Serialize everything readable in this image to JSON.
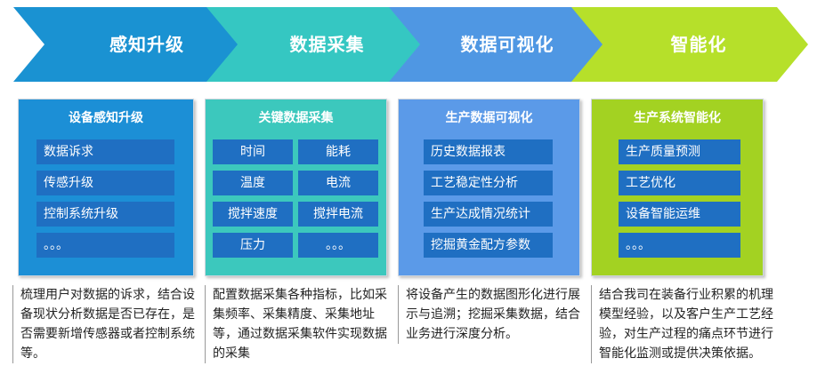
{
  "colors": {
    "stage1": "#1a92d2",
    "stage2": "#35c7c2",
    "stage3": "#4f97e3",
    "stage4": "#b6e02a",
    "panel1": "#1c8fd6",
    "panel2": "#3cc8bd",
    "panel3": "#5b9ae8",
    "panel4": "#a3d222",
    "item": "#1f6fc2"
  },
  "stages": [
    {
      "title": "感知升级"
    },
    {
      "title": "数据采集"
    },
    {
      "title": "数据可视化"
    },
    {
      "title": "智能化"
    }
  ],
  "panels": [
    {
      "title": "设备感知升级",
      "items": [
        "数据诉求",
        "传感升级",
        "控制系统升级",
        "。。。"
      ]
    },
    {
      "title": "关键数据采集",
      "items": [
        "时间",
        "能耗",
        "温度",
        "电流",
        "搅拌速度",
        "搅拌电流",
        "压力",
        "。。。"
      ]
    },
    {
      "title": "生产数据可视化",
      "items": [
        "历史数据报表",
        "工艺稳定性分析",
        "生产达成情况统计",
        "挖掘黄金配方参数"
      ]
    },
    {
      "title": "生产系统智能化",
      "items": [
        "生产质量预测",
        "工艺优化",
        "设备智能运维",
        "。。。"
      ]
    }
  ],
  "descriptions": [
    "梳理用户对数据的诉求，结合设备现状分析数据是否已存在，是否需要新增传感器或者控制系统等。",
    "配置数据采集各种指标，比如采集频率、采集精度、采集地址等，通过数据采集软件实现数据的采集",
    "将设备产生的数据图形化进行展示与追溯；挖掘采集数据，结合业务进行深度分析。",
    "结合我司在装备行业积累的机理模型经验，以及客户生产工艺经验，对生产过程的痛点环节进行智能化监测或提供决策依据。"
  ]
}
